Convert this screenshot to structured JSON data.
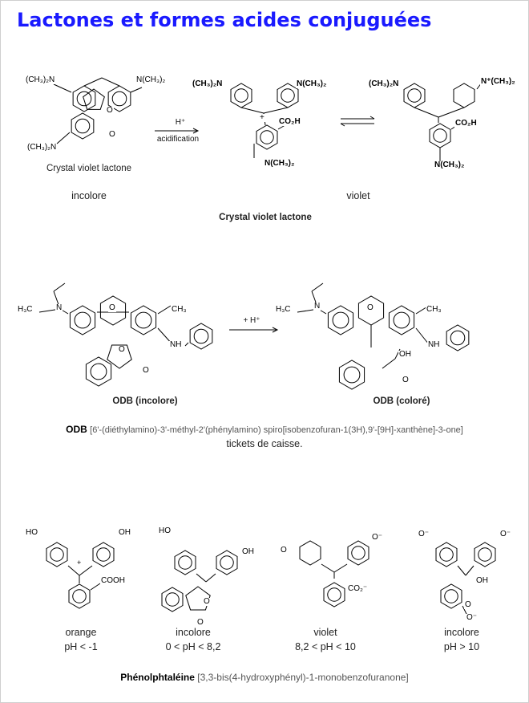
{
  "title": "Lactones et formes acides conjuguées",
  "cvl": {
    "struct_label": "Crystal violet lactone",
    "arrow_top": "H⁺",
    "arrow_bottom": "acidification",
    "state_left": "incolore",
    "state_right": "violet",
    "caption": "Crystal violet lactone"
  },
  "odb": {
    "arrow_top": "+ H⁺",
    "left_label": "ODB (incolore)",
    "right_label": "ODB (coloré)",
    "name_bold": "ODB",
    "name_rest": "[6'-(diéthylamino)-3'-méthyl-2'(phénylamino) spiro[isobenzofuran-1(3H),9'-[9H]-xanthène]-3-one]",
    "usage": "tickets de caisse."
  },
  "phph": {
    "forms": [
      {
        "color": "orange",
        "ph": "pH < -1"
      },
      {
        "color": "incolore",
        "ph": "0 < pH < 8,2"
      },
      {
        "color": "violet",
        "ph": "8,2 < pH < 10"
      },
      {
        "color": "incolore",
        "ph": "pH > 10"
      }
    ],
    "name_bold": "Phénolphtaléine",
    "name_rest": "[3,3-bis(4-hydroxyphényl)-1-monobenzofuranone]"
  },
  "atoms": {
    "nme2_l": "(CH₃)₂N",
    "nme2_r": "N(CH₃)₂",
    "nplus_r": "N⁺(CH₃)₂",
    "co2h": "CO₂H",
    "o": "O",
    "plus": "+",
    "ch3": "CH₃",
    "h3c": "H₃C",
    "nh": "NH",
    "n": "N",
    "oh": "OH",
    "ho": "HO",
    "cooh": "COOH",
    "co2m": "CO₂⁻",
    "om": "O⁻"
  }
}
